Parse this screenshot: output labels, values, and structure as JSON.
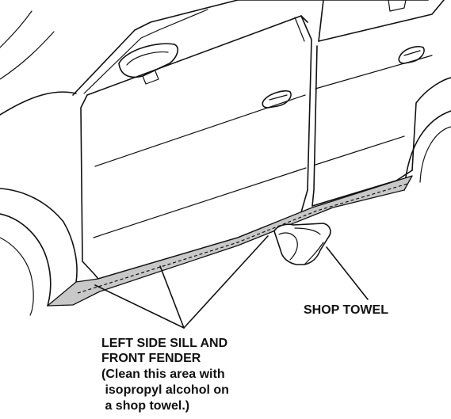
{
  "labels": {
    "shop_towel": "SHOP TOWEL",
    "sill_lines": [
      "LEFT SIDE SILL AND",
      "FRONT FENDER",
      "(Clean this area with",
      " isopropyl alcohol on",
      " a shop towel.)"
    ]
  },
  "colors": {
    "highlight_gray": "#c8c8c8",
    "line": "#111111",
    "background": "#ffffff"
  }
}
